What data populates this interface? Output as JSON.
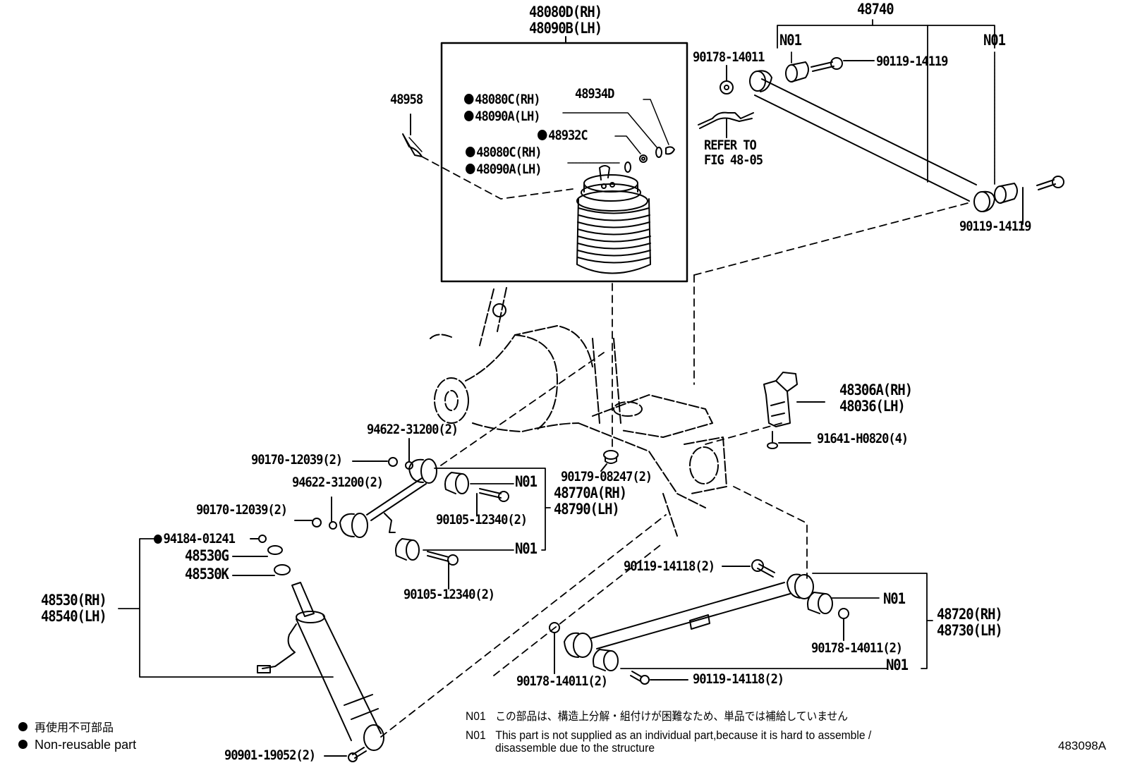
{
  "diagram": {
    "figure_number": "483098A",
    "parts": {
      "air_spring_assy": [
        "48080D(RH)",
        "48090B(LH)"
      ],
      "bracket_48958": "48958",
      "o_ring_upper": [
        "48080C(RH)",
        "48090A(LH)"
      ],
      "spacer_48934D": "48934D",
      "ring_48932C": "48932C",
      "o_ring_lower": [
        "48080C(RH)",
        "48090A(LH)"
      ],
      "upper_arm": "48740",
      "n01_upper_left": "N01",
      "n01_upper_right": "N01",
      "nut_upper": "90178-14011",
      "bolt_upper_left": "90119-14119",
      "bolt_upper_right": "90119-14119",
      "refer_to": [
        "REFER TO",
        "FIG 48-05"
      ],
      "bracket_48306A": [
        "48306A(RH)",
        "48036(LH)"
      ],
      "bolt_91641": "91641-H0820(4)",
      "washer_94622_a": "94622-31200(2)",
      "nut_90170_a": "90170-12039(2)",
      "washer_94622_b": "94622-31200(2)",
      "nut_90170_b": "90170-12039(2)",
      "nut_90179": "90179-08247(2)",
      "lateral_rod": [
        "48770A(RH)",
        "48790(LH)"
      ],
      "n01_lateral_top": "N01",
      "n01_lateral_bottom": "N01",
      "bolt_90105_a": "90105-12340(2)",
      "bolt_90105_b": "90105-12340(2)",
      "nut_94184": "94184-01241",
      "cushion_48530G": "48530G",
      "cushion_48530K": "48530K",
      "shock_absorber": [
        "48530(RH)",
        "48540(LH)"
      ],
      "bolt_90901": "90901-19052(2)",
      "bolt_90119_14118_top": "90119-14118(2)",
      "lower_arm": [
        "48720(RH)",
        "48730(LH)"
      ],
      "n01_lower_top": "N01",
      "n01_lower_bottom": "N01",
      "nut_90178_right": "90178-14011(2)",
      "nut_90178_left": "90178-14011(2)",
      "bolt_90119_14118_bottom": "90119-14118(2)"
    },
    "legend": {
      "jp": "再使用不可部品",
      "en": "Non-reusable part"
    },
    "notes": [
      {
        "tag": "N01",
        "text": "この部品は、構造上分解・組付けが困難なため、単品では補給していません"
      },
      {
        "tag": "N01",
        "text": "This part is not supplied as an individual part,because it is hard to assemble /",
        "text2": "disassemble due to the structure"
      }
    ]
  }
}
